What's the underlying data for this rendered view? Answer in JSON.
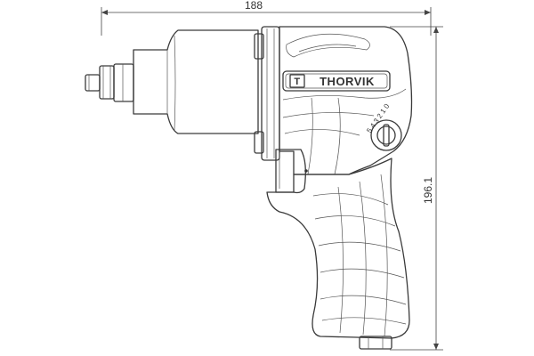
{
  "dimensions": {
    "width": "188",
    "height": "196.1"
  },
  "brand": {
    "logo_mark": "T",
    "name": "THORVIK"
  },
  "power_dial": {
    "scale": "5 4 3 2 1 0"
  },
  "icons": {
    "logo": "thorvik-logo-icon"
  }
}
